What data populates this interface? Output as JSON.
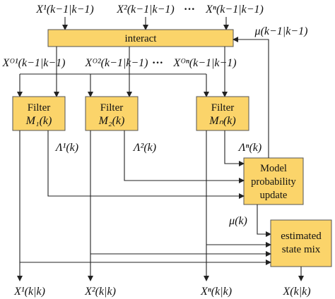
{
  "top_inputs": [
    "X¹(k−1|k−1)",
    "X²(k−1|k−1)",
    "Xⁿ(k−1|k−1)"
  ],
  "ellipsis": "···",
  "interact_label": "interact",
  "mu_prev": "μ(k−1|k−1)",
  "mixed_inputs": [
    "Xᴼ¹(k−1|k−1)",
    "Xᴼ²(k−1|k−1)",
    "Xᴼⁿ(k−1|k−1)"
  ],
  "filters": [
    {
      "title": "Filter",
      "model": "M₁(k)"
    },
    {
      "title": "Filter",
      "model": "M₂(k)"
    },
    {
      "title": "Filter",
      "model": "Mₙ(k)"
    }
  ],
  "likelihoods": [
    "Λ¹(k)",
    "Λ²(k)",
    "Λⁿ(k)"
  ],
  "model_prob_box": [
    "Model",
    "probability",
    "update"
  ],
  "mu_k": "μ(k)",
  "state_mix_box": [
    "estimated",
    "state mix"
  ],
  "outputs": [
    "X¹(k|k)",
    "X²(k|k)",
    "Xⁿ(k|k)",
    "X(k|k)"
  ]
}
